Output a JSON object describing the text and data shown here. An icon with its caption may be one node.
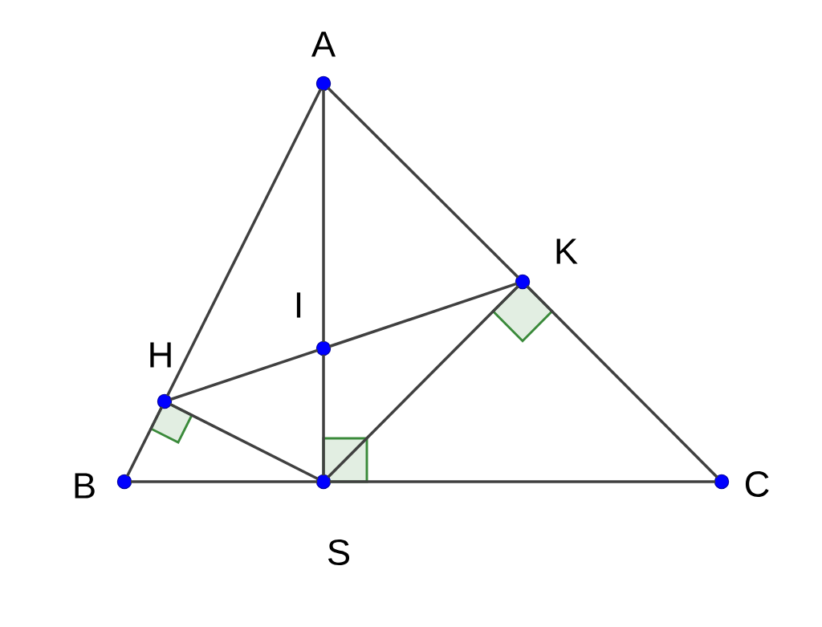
{
  "diagram": {
    "nodes": [
      {
        "text": [
          "A"
        ]
      },
      {
        "text": [
          "B"
        ]
      },
      {
        "text": [
          "C"
        ]
      },
      {
        "text": [
          "S"
        ]
      },
      {
        "text": [
          "H"
        ]
      },
      {
        "text": [
          "K"
        ]
      },
      {
        "text": [
          "I"
        ]
      }
    ],
    "edges": [
      {
        "from": 0,
        "to": 4,
        "arrow": "none"
      },
      {
        "from": 4,
        "to": 1,
        "arrow": "none"
      },
      {
        "from": 1,
        "to": 3,
        "arrow": "none"
      },
      {
        "from": 3,
        "to": 2,
        "arrow": "none"
      },
      {
        "from": 0,
        "to": 5,
        "arrow": "none"
      },
      {
        "from": 5,
        "to": 2,
        "arrow": "none"
      },
      {
        "from": 0,
        "to": 6,
        "arrow": "none"
      },
      {
        "from": 6,
        "to": 3,
        "arrow": "none"
      },
      {
        "from": 4,
        "to": 6,
        "arrow": "none"
      },
      {
        "from": 6,
        "to": 5,
        "arrow": "none"
      },
      {
        "from": 4,
        "to": 3,
        "arrow": "none"
      },
      {
        "from": 3,
        "to": 5,
        "arrow": "none"
      }
    ]
  }
}
